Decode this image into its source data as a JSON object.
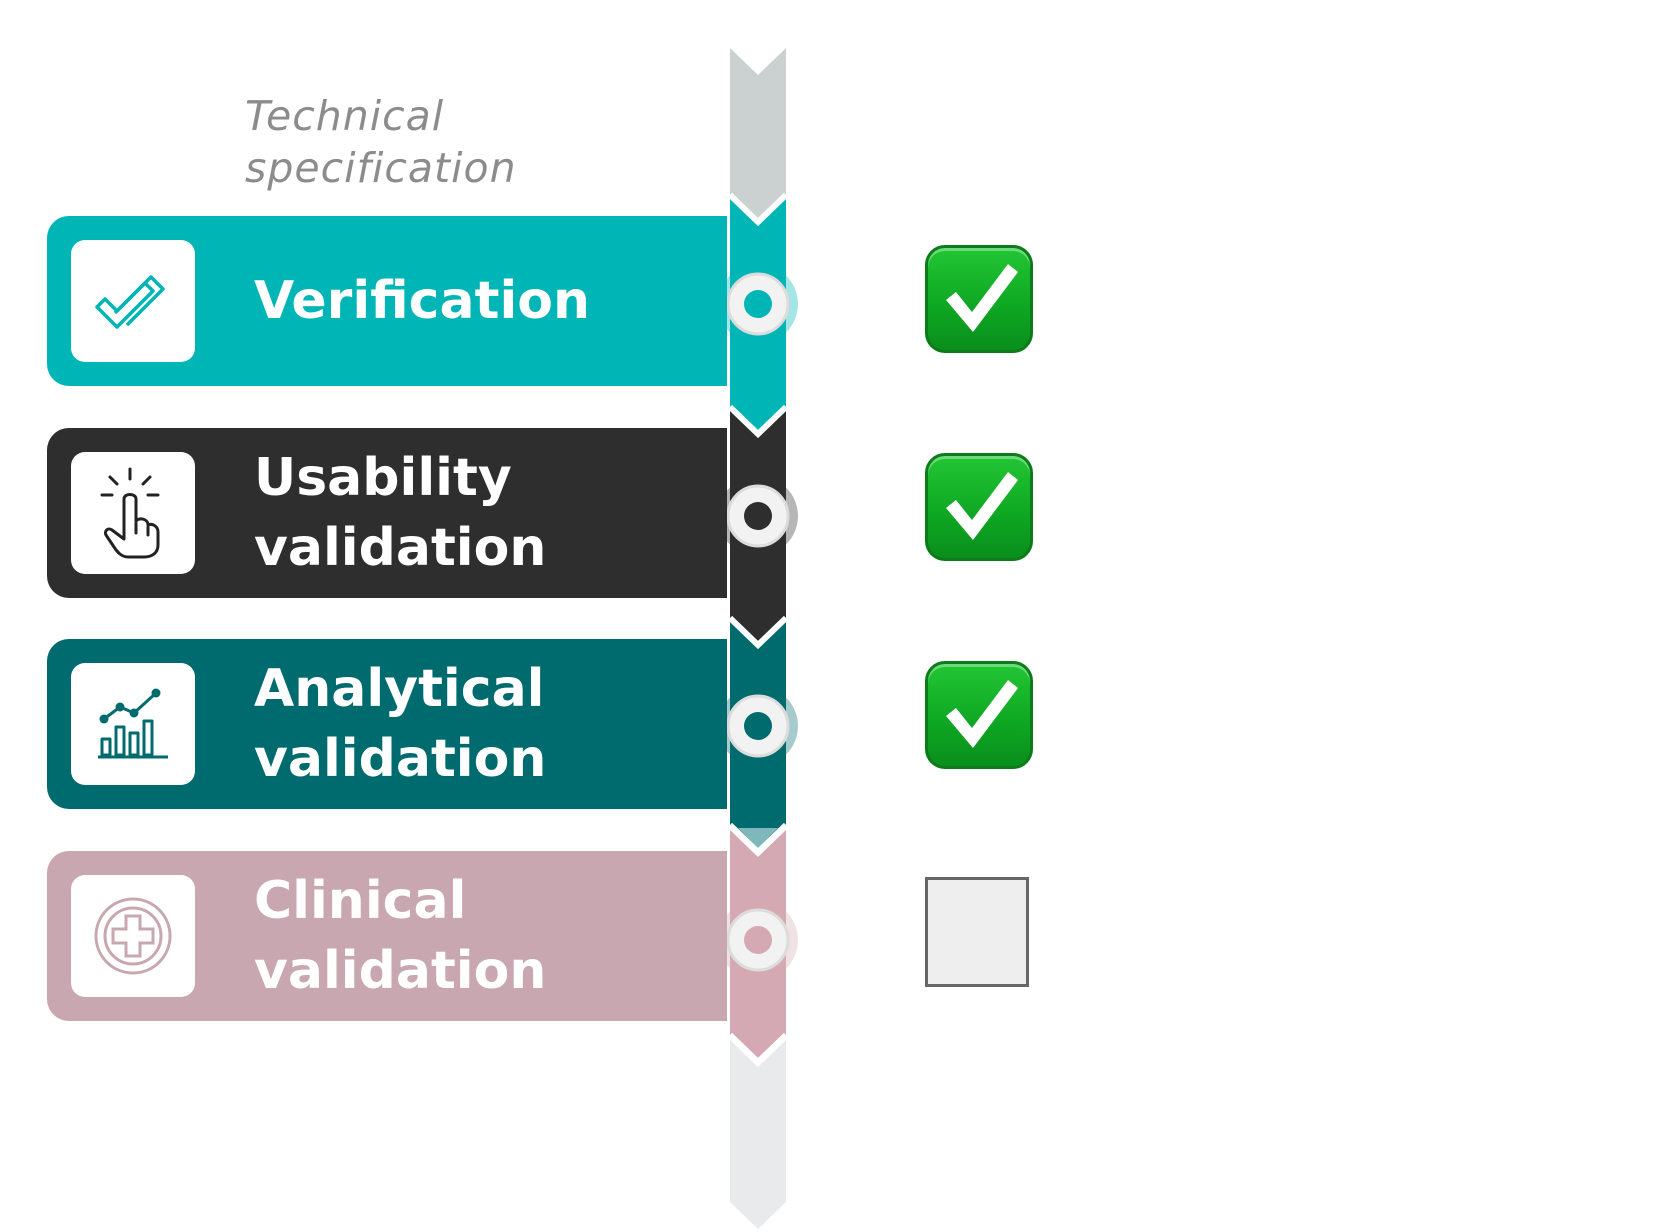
{
  "caption": {
    "line1": "Technical",
    "line2": "specification"
  },
  "stages": [
    {
      "line1": "Verification",
      "line2": "",
      "icon": "double-check-icon",
      "color": "#00b5b5",
      "status": "checked"
    },
    {
      "line1": "Usability",
      "line2": "validation",
      "icon": "tap-hand-icon",
      "color": "#2e2e2e",
      "status": "checked"
    },
    {
      "line1": "Analytical",
      "line2": "validation",
      "icon": "bar-chart-trend-icon",
      "color": "#006b6e",
      "status": "checked"
    },
    {
      "line1": "Clinical",
      "line2": "validation",
      "icon": "medical-cross-icon",
      "color": "#c9a7b0",
      "status": "unchecked"
    }
  ],
  "colors": {
    "spine_top": "#cbd0d1",
    "spine_bottom": "#e8eaeb",
    "clinical_spine": "#d4a9b3",
    "check_green": "#10a823"
  }
}
